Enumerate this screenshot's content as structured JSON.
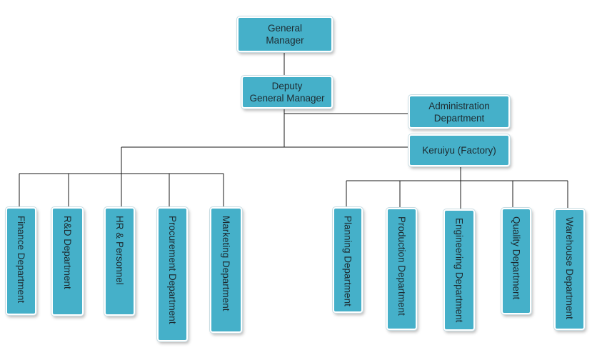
{
  "colors": {
    "box_fill": "#45b0c9",
    "line": "#1a1a1a"
  },
  "top": {
    "general_manager": [
      "General",
      "Manager"
    ],
    "deputy": [
      "Deputy",
      "General Manager"
    ],
    "administration": [
      "Administration",
      "Department"
    ],
    "factory": "Keruiyu (Factory)"
  },
  "left_departments": [
    "Finance Department",
    "R&D Department",
    "HR & Personnel",
    "Procurement Department",
    "Marketing Department"
  ],
  "right_departments": [
    "Planning Department",
    "Production Department",
    "Engineering Department",
    "Quality Department",
    "Warehouse Department"
  ]
}
